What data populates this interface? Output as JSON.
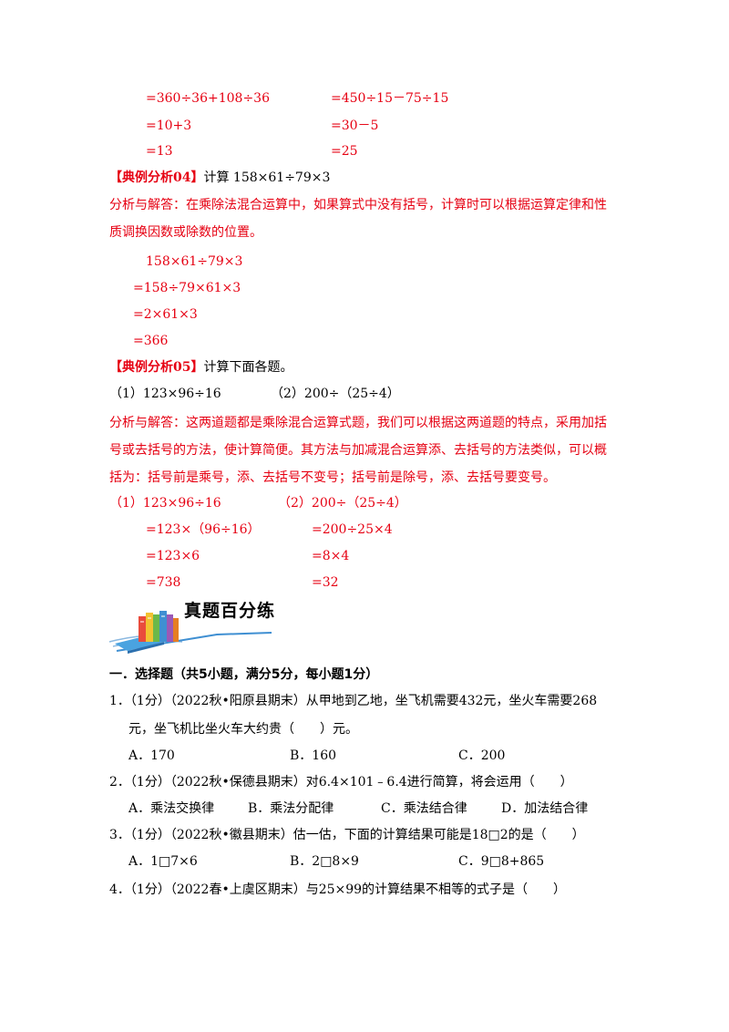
{
  "colors": {
    "answer": "#e60012",
    "text": "#000000",
    "banner_blue": "#3f8fd2"
  },
  "top_calc": {
    "left": [
      "=360÷36+108÷36",
      "=10+3",
      "=13"
    ],
    "right": [
      "=450÷15－75÷15",
      "=30－5",
      "=25"
    ]
  },
  "ex04": {
    "tag": "【典例分析04】",
    "question": "计算 158×61÷79×3",
    "analysis_lines": [
      "分析与解答：在乘除法混合运算中，如果算式中没有括号，计算时可以根据运算定律和性",
      "质调换因数或除数的位置。"
    ],
    "steps": [
      "158×61÷79×3",
      "=158÷79×61×3",
      "=2×61×3",
      "=366"
    ]
  },
  "ex05": {
    "tag": "【典例分析05】",
    "question": "计算下面各题。",
    "q1": "（1）123×96÷16",
    "q2": "（2）200÷（25÷4）",
    "analysis_lines": [
      "分析与解答：这两道题都是乘除混合运算式题，我们可以根据这两道题的特点，采用加括",
      "号或去括号的方法，使计算简便。其方法与加减混合运算添、去括号的方法类似，可以概",
      "括为：括号前是乘号，添、去括号不变号；括号前是除号，添、去括号要变号。"
    ],
    "left_steps": [
      "（1）123×96÷16",
      "=123×（96÷16）",
      "=123×6",
      "=738"
    ],
    "right_steps": [
      "（2）200÷（25÷4）",
      "=200÷25×4",
      "=8×4",
      "=32"
    ]
  },
  "banner": {
    "title": "真题百分练",
    "icon": "books-icon"
  },
  "section": {
    "title": "一．选择题（共5小题，满分5分，每小题1分）"
  },
  "questions": [
    {
      "lines": [
        "1．（1分）（2022秋•阳原县期末）从甲地到乙地，坐飞机需要432元，坐火车需要268",
        "元，坐飞机比坐火车大约贵（　　）元。"
      ],
      "options": [
        "A．170",
        "B．160",
        "C．200"
      ]
    },
    {
      "lines": [
        "2．（1分）（2022秋•保德县期末）对6.4×101﹣6.4进行简算，将会运用（　　）"
      ],
      "options": [
        "A．乘法交换律",
        "B．乘法分配律",
        "C．乘法结合律",
        "D．加法结合律"
      ]
    },
    {
      "lines": [
        "3．（1分）（2022秋•徽县期末）估一估，下面的计算结果可能是18□2的是（　　）"
      ],
      "options": [
        "A．1□7×6",
        "B．2□8×9",
        "C．9□8+865"
      ]
    },
    {
      "lines": [
        "4．（1分）（2022春•上虞区期末）与25×99的计算结果不相等的式子是（　　）"
      ],
      "options": []
    }
  ]
}
